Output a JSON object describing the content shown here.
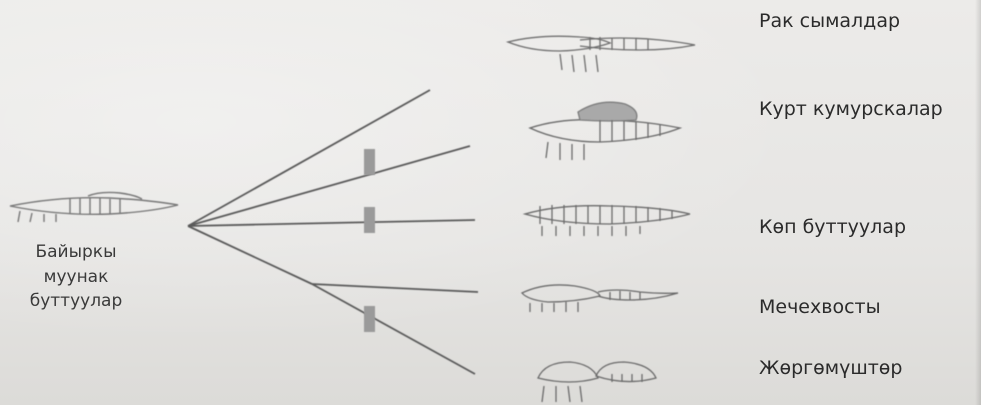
{
  "diagram": {
    "origin": {
      "lines": [
        "Байыркы",
        "муунак",
        "буттуулар"
      ]
    },
    "branches": [
      {
        "id": "crustaceans",
        "label": "Рак сымалдар"
      },
      {
        "id": "trilobite-like",
        "label": "Курт кумурскалар"
      },
      {
        "id": "myriapods",
        "label": "Көп буттуулар"
      },
      {
        "id": "horseshoe-crabs",
        "label": "Мечехвосты"
      },
      {
        "id": "arachnids",
        "label": "Жөргөмүштөр"
      }
    ]
  }
}
